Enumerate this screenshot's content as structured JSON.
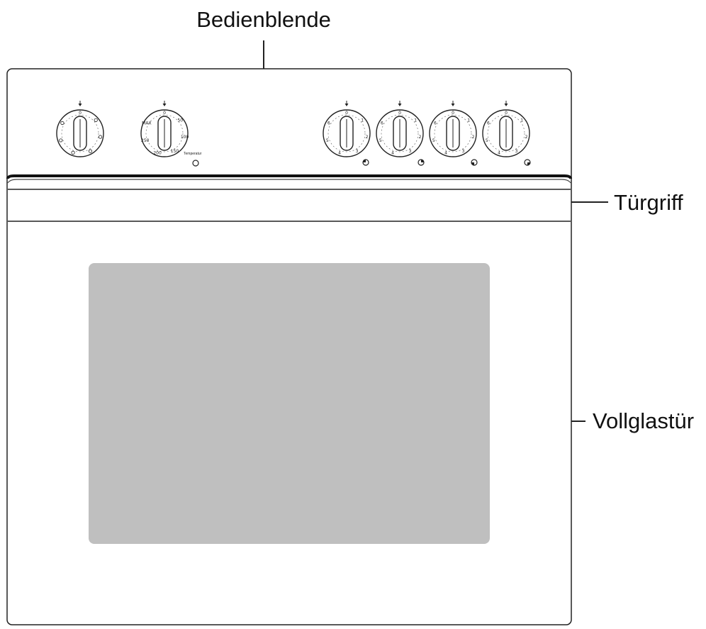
{
  "labels": {
    "control_panel": "Bedienblende",
    "door_handle": "Türgriff",
    "glass_door": "Vollglastür"
  },
  "panel": {
    "thermostat_caption": "Temperatur"
  },
  "knobs": [
    {
      "role": "function-selector",
      "ticks": [
        "0",
        "",
        "",
        "",
        "",
        "",
        ""
      ]
    },
    {
      "role": "thermostat",
      "ticks": [
        "0",
        "50",
        "100",
        "150",
        "200",
        "250",
        "MAX"
      ]
    },
    {
      "role": "hotplate-1",
      "ticks": [
        "0",
        "1",
        "2",
        "3",
        "4",
        "5",
        "6"
      ]
    },
    {
      "role": "hotplate-2",
      "ticks": [
        "0",
        "1",
        "2",
        "3",
        "4",
        "5",
        "6"
      ]
    },
    {
      "role": "hotplate-3",
      "ticks": [
        "0",
        "1",
        "2",
        "3",
        "4",
        "5",
        "6"
      ]
    },
    {
      "role": "hotplate-4",
      "ticks": [
        "0",
        "1",
        "2",
        "3",
        "4",
        "5",
        "6"
      ]
    }
  ],
  "colors": {
    "outline": "#222222",
    "glass": "#bfbfbf",
    "panel_edge": "#111111"
  }
}
